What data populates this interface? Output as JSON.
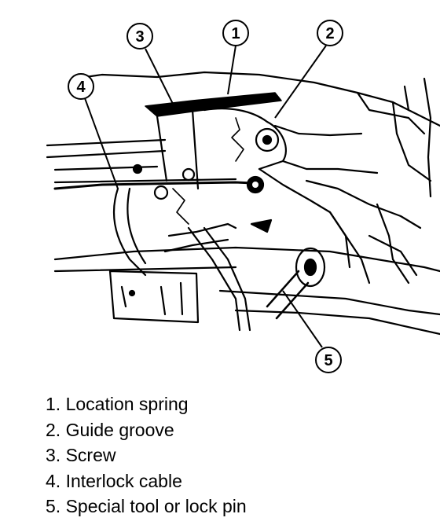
{
  "callouts": [
    {
      "number": "1"
    },
    {
      "number": "2"
    },
    {
      "number": "3"
    },
    {
      "number": "4"
    },
    {
      "number": "5"
    }
  ],
  "legend": [
    "1. Location spring",
    "2. Guide groove",
    "3. Screw",
    "4. Interlock cable",
    "5. Special tool or lock pin"
  ]
}
